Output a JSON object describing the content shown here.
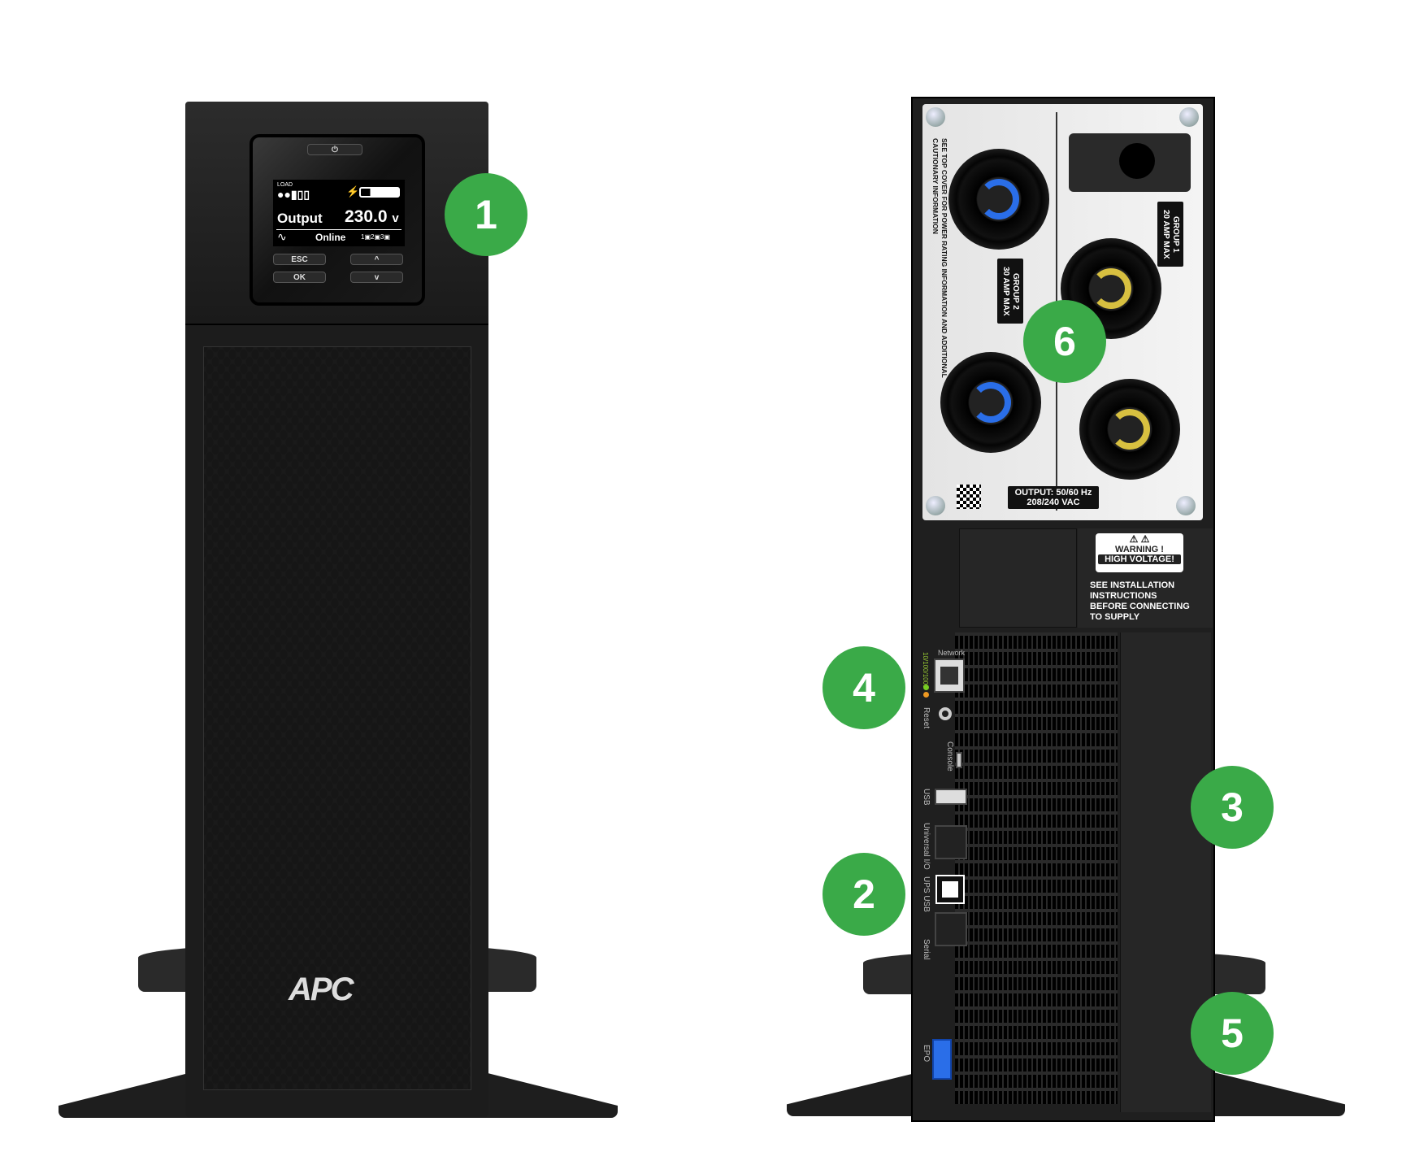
{
  "front_unit": {
    "brand_logo": "APC",
    "display": {
      "load_label": "LOAD",
      "output_label": "Output",
      "output_value": "230.0",
      "output_unit": "v",
      "status": "Online",
      "outlet_groups": [
        "1",
        "2",
        "3"
      ]
    },
    "buttons": {
      "power": "⏻",
      "esc": "ESC",
      "ok": "OK",
      "up": "^",
      "down": "v"
    }
  },
  "rear_unit": {
    "side_notice": "SEE TOP COVER FOR POWER RATING INFORMATION AND ADDITIONAL CAUTIONARY INFORMATION",
    "group2_label": [
      "GROUP 2",
      "30 AMP MAX"
    ],
    "group1_label": [
      "GROUP 1",
      "20 AMP MAX"
    ],
    "output_label": [
      "OUTPUT: 50/60 Hz",
      "208/240 VAC"
    ],
    "warning": {
      "title": "WARNING !",
      "subtitle": "HIGH VOLTAGE!",
      "text": [
        "SEE INSTALLATION",
        "INSTRUCTIONS",
        "BEFORE CONNECTING",
        "TO SUPPLY"
      ]
    },
    "ports": {
      "network": "Network",
      "speed": "10/100/1000",
      "reset": "Reset",
      "console": "Console",
      "usb": "USB",
      "universal_io": "Universal I/O",
      "ups_usb": "UPS USB",
      "serial": "Serial",
      "epo": "EPO"
    }
  },
  "callouts": [
    "1",
    "2",
    "3",
    "4",
    "5",
    "6"
  ],
  "colors": {
    "callout": "#3aaa48",
    "chassis": "#1e1e1e",
    "blue_outlet": "#2a6ee8",
    "yellow_outlet": "#d8c040"
  }
}
